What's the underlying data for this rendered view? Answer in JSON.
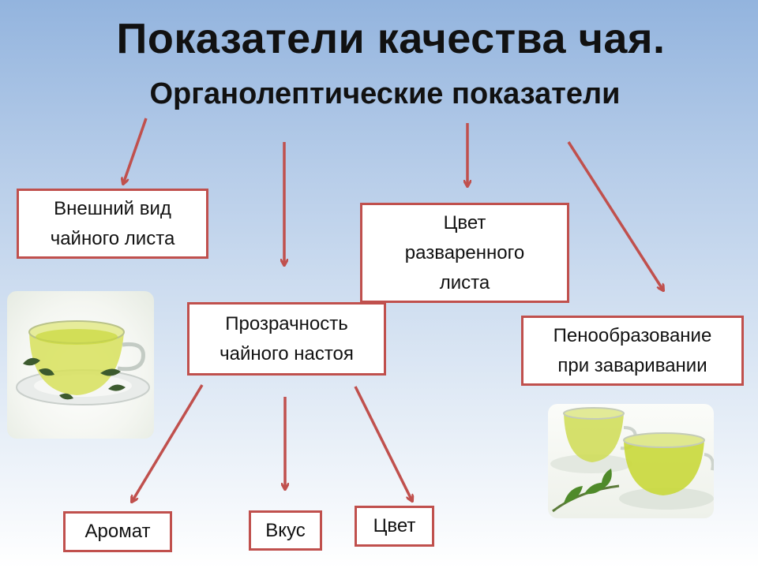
{
  "title": "Показатели качества чая.",
  "subtitle": "Органолептические показатели",
  "boxes": {
    "appearance": [
      "Внешний вид",
      "чайного листа"
    ],
    "clarity": [
      "Прозрачность",
      "чайного настоя"
    ],
    "leaf_color": [
      "Цвет",
      "разваренного",
      "листа"
    ],
    "foaming": [
      "Пенообразование",
      "при заваривании"
    ],
    "aroma": "Аромат",
    "taste": "Вкус",
    "color": "Цвет"
  },
  "colors": {
    "box_border": "#c0504d",
    "arrow": "#c0504d",
    "tea": "#c9d83a"
  }
}
